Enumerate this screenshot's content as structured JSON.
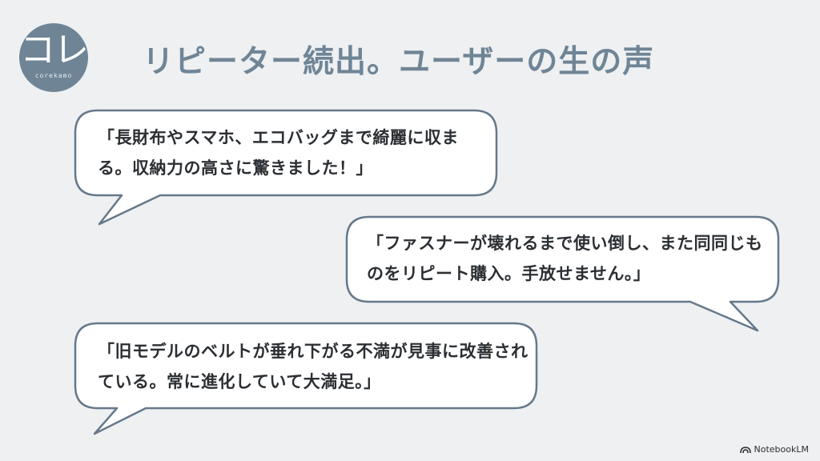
{
  "logo": {
    "text": "コレ",
    "subtext": "corekamo"
  },
  "title": "リピーター続出。ユーザーの生の声",
  "quotes": [
    {
      "text": "「長財布やスマホ、エコバッグまで綺麗に収まる。収納力の高さに驚きました！」"
    },
    {
      "text": "「ファスナーが壊れるまで使い倒し、また同同じものをリピート購入。手放せません。」"
    },
    {
      "text": "「旧モデルのベルトが垂れ下がる不満が見事に改善されている。常に進化していて大満足。」"
    }
  ],
  "footer": {
    "brand": "NotebookLM",
    "icon": "notebooklm-icon"
  },
  "colors": {
    "accent": "#6f8596",
    "background": "#eef0f2",
    "bubble_fill": "#ffffff",
    "bubble_stroke": "#66788a"
  }
}
